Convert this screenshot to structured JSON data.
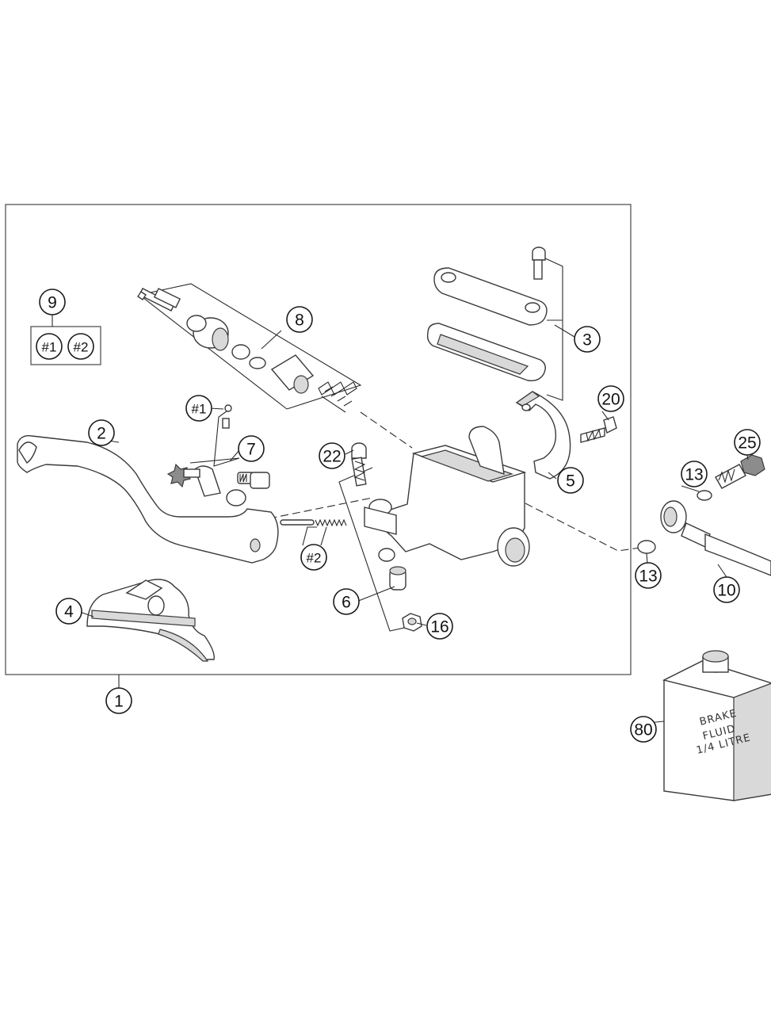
{
  "callouts": {
    "c1": "1",
    "c2": "2",
    "c3": "3",
    "c4": "4",
    "c5": "5",
    "c6": "6",
    "c7": "7",
    "c8": "8",
    "c9": "9",
    "c10": "10",
    "c13a": "13",
    "c13b": "13",
    "c16": "16",
    "c20": "20",
    "c22": "22",
    "c25": "25",
    "c80": "80",
    "k9a": "#1",
    "k9b": "#2",
    "k7a": "#1",
    "k7b": "#2"
  },
  "container": {
    "line1": "BRAKE",
    "line2": "FLUID",
    "line3": "1/4 LITRE"
  },
  "colors": {
    "line": "#2a2a2a",
    "part_fill": "#ffffff",
    "part_shade": "#d9d9d9"
  }
}
